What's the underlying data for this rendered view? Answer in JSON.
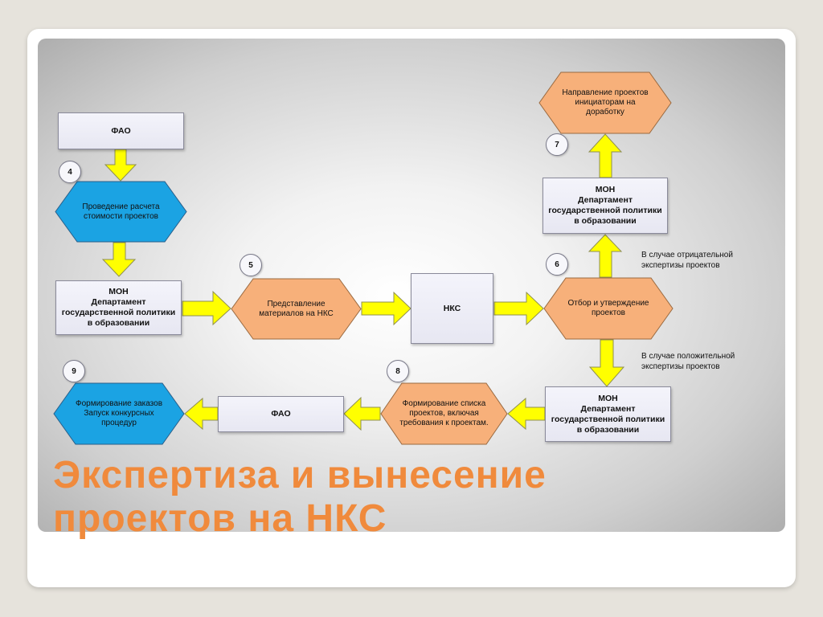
{
  "nodes": {
    "fao_top": "ФАО",
    "calc": "Проведение расчета\nстоимости проектов",
    "mon_left": {
      "line1": "МОН",
      "line2": "Департамент\nгосударственной политики\nв образовании"
    },
    "present": "Представление\nматериалов на НКС",
    "nks": "НКС",
    "select": "Отбор и утверждение\nпроектов",
    "mon_upper_right": {
      "line1": "МОН",
      "line2": "Департамент\nгосударственной политики\nв образовании"
    },
    "return": "Направление проектов\nинициаторам на\nдоработку",
    "mon_lower_right": {
      "line1": "МОН",
      "line2": "Департамент\nгосударственной политики\nв образовании"
    },
    "list": "Формирование списка\nпроектов, включая\nтребования к проектам.",
    "fao_bottom": "ФАО",
    "orders": "Формирование заказов\nЗапуск конкурсных\nпроцедур"
  },
  "badges": [
    "4",
    "5",
    "6",
    "7",
    "8",
    "9"
  ],
  "notes": {
    "negative": "В случае отрицательной\nэкспертизы проектов",
    "positive": "В случае положительной\nэкспертизы проектов"
  },
  "title": {
    "line1": "Экспертиза и вынесение",
    "line2": "проектов на НКС"
  },
  "colors": {
    "accent_title": "#f08a3c",
    "hex_orange": "#f7b07a",
    "hex_blue": "#1ba3e3",
    "arrow_yellow": "#ffff00"
  }
}
